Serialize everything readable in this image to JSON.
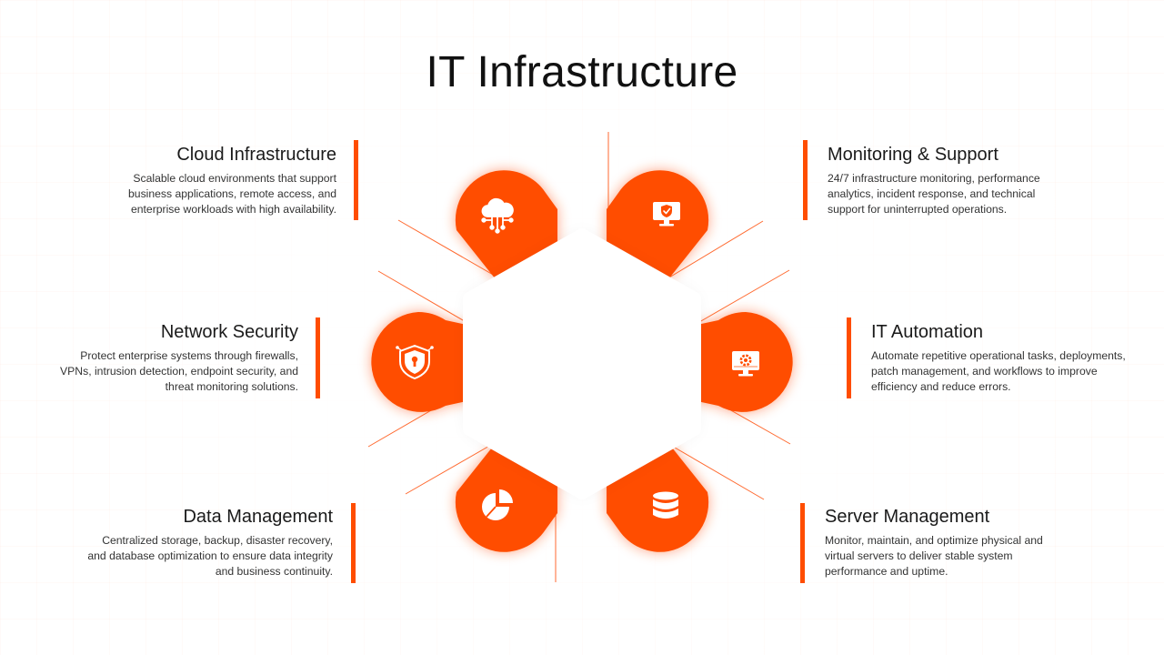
{
  "title": "IT Infrastructure",
  "colors": {
    "accent": "#ff4d00",
    "background": "#ffffff"
  },
  "items": [
    {
      "title": "Cloud Infrastructure",
      "desc": "Scalable cloud environments that support business applications, remote access, and enterprise workloads with high availability.",
      "icon": "cloud-network-icon"
    },
    {
      "title": "Monitoring & Support",
      "desc": "24/7 infrastructure monitoring, performance analytics, incident response, and technical support for uninterrupted operations.",
      "icon": "monitor-shield-icon"
    },
    {
      "title": "Network Security",
      "desc": "Protect enterprise systems through firewalls, VPNs, intrusion detection, endpoint security, and threat monitoring solutions.",
      "icon": "shield-lock-icon"
    },
    {
      "title": "IT Automation",
      "desc": "Automate repetitive operational tasks, deployments, patch management, and workflows to improve efficiency and reduce errors.",
      "icon": "monitor-gear-icon"
    },
    {
      "title": "Data Management",
      "desc": "Centralized storage, backup, disaster recovery, and database optimization to ensure data integrity and business continuity.",
      "icon": "pie-chart-icon"
    },
    {
      "title": "Server Management",
      "desc": "Monitor, maintain, and optimize physical and virtual servers to deliver stable system performance and uptime.",
      "icon": "database-icon"
    }
  ]
}
